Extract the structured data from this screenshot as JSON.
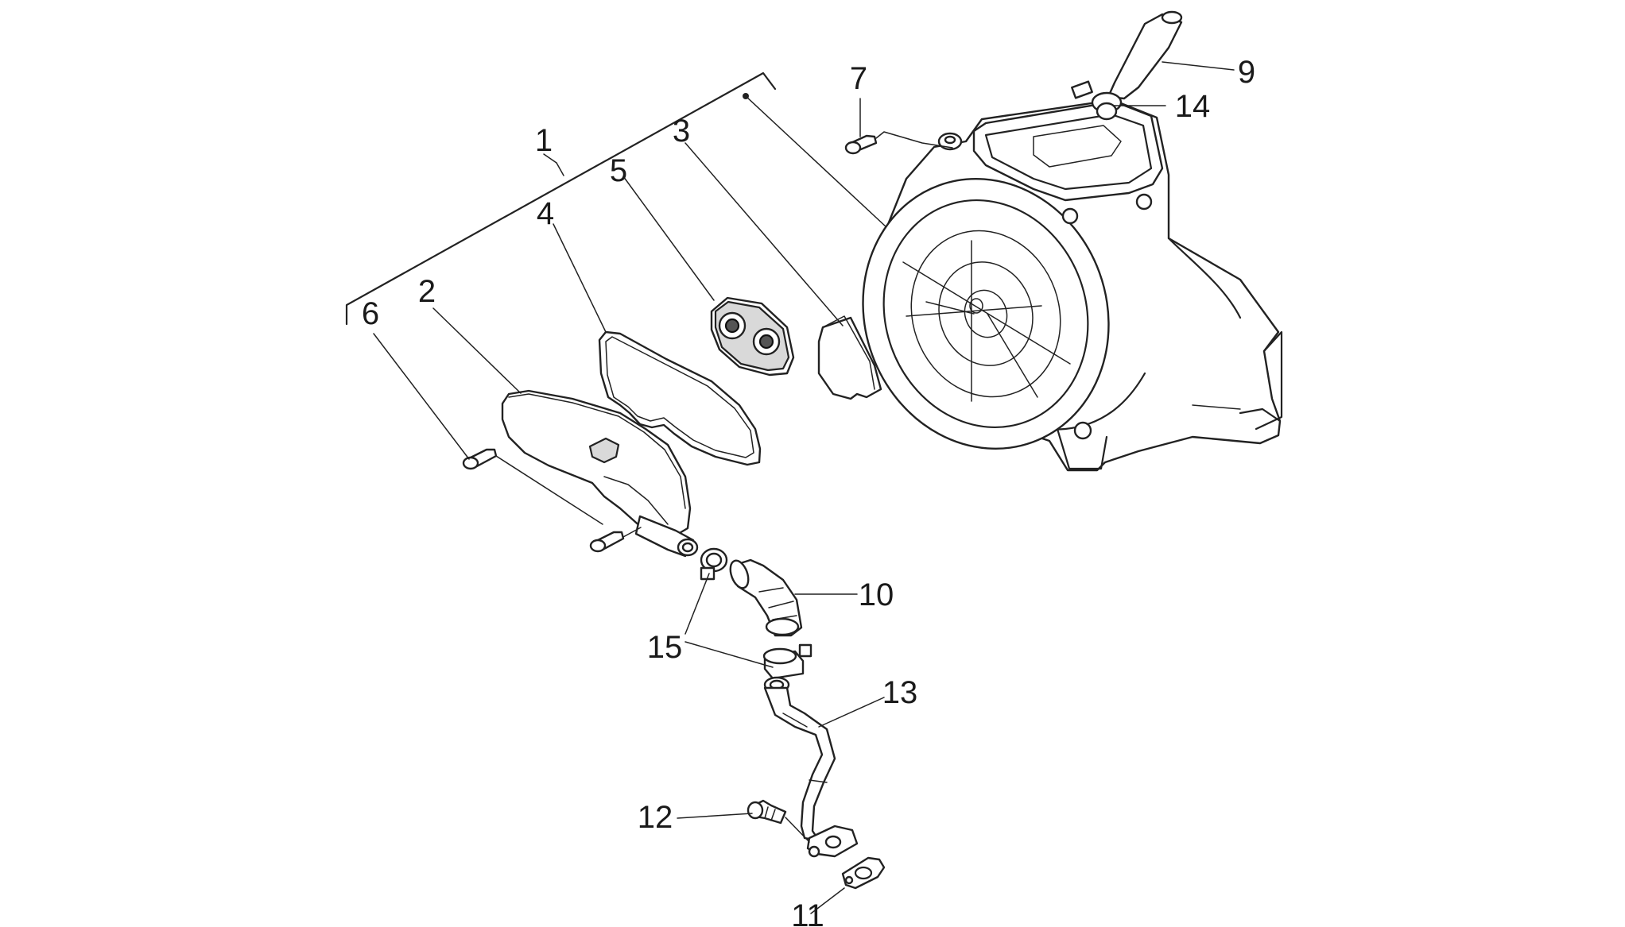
{
  "diagram": {
    "callouts": [
      {
        "id": "callout-1",
        "label": "1"
      },
      {
        "id": "callout-2",
        "label": "2"
      },
      {
        "id": "callout-3",
        "label": "3"
      },
      {
        "id": "callout-4",
        "label": "4"
      },
      {
        "id": "callout-5",
        "label": "5"
      },
      {
        "id": "callout-6",
        "label": "6"
      },
      {
        "id": "callout-7",
        "label": "7"
      },
      {
        "id": "callout-9",
        "label": "9"
      },
      {
        "id": "callout-10",
        "label": "10"
      },
      {
        "id": "callout-11",
        "label": "11"
      },
      {
        "id": "callout-12",
        "label": "12"
      },
      {
        "id": "callout-13",
        "label": "13"
      },
      {
        "id": "callout-14",
        "label": "14"
      },
      {
        "id": "callout-15",
        "label": "15"
      }
    ]
  },
  "colors": {
    "line": "#222222",
    "background": "#ffffff",
    "part_fill": "#ffffff",
    "shade_fill": "#d9d9d9"
  }
}
